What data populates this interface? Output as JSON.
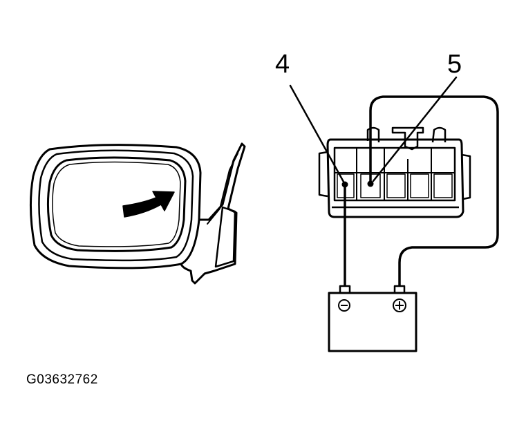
{
  "callouts": {
    "terminal_4": "4",
    "terminal_5": "5"
  },
  "battery": {
    "negative_symbol": "⊖",
    "positive_symbol": "⊕"
  },
  "figure_code": "G03632762",
  "colors": {
    "ink": "#000000",
    "paper": "#ffffff"
  }
}
